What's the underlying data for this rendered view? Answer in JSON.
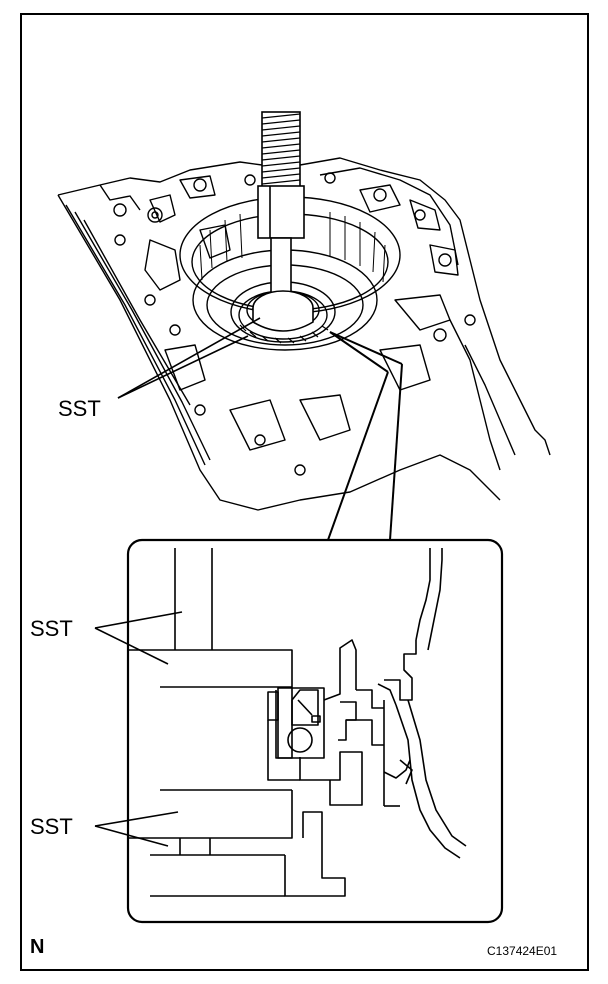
{
  "labels": {
    "sst_top": "SST",
    "sst_detail_upper": "SST",
    "sst_detail_lower": "SST"
  },
  "corner_mark": "N",
  "figure_code": "C137424E01"
}
